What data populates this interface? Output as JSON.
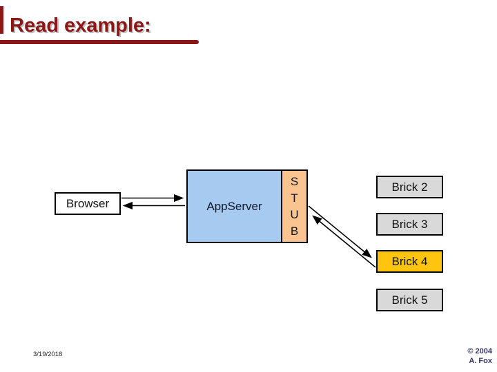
{
  "slide": {
    "title": "Read example:",
    "footer_date": "3/19/2018",
    "copyright_line1": "© 2004",
    "copyright_line2": "A. Fox"
  },
  "diagram": {
    "browser_label": "Browser",
    "appserver_label": "AppServer",
    "stub_letters": [
      "S",
      "T",
      "U",
      "B"
    ],
    "bricks": [
      {
        "label": "Brick 2",
        "highlight": false
      },
      {
        "label": "Brick 3",
        "highlight": false
      },
      {
        "label": "Brick 4",
        "highlight": true
      },
      {
        "label": "Brick 5",
        "highlight": false
      }
    ],
    "arrows": [
      {
        "name": "browser-to-appserver",
        "direction": "right"
      },
      {
        "name": "appserver-to-browser",
        "direction": "left"
      },
      {
        "name": "stub-to-brick4",
        "direction": "down-right"
      },
      {
        "name": "brick4-to-stub",
        "direction": "up-left"
      }
    ]
  },
  "colors": {
    "title_red": "#8C1717",
    "appserver_blue": "#A6CAF0",
    "stub_orange": "#FBC390",
    "brick_gray": "#D9D9D9",
    "brick_gold": "#FFC40D",
    "copyright_blue": "#333366",
    "line_black": "#000000"
  }
}
